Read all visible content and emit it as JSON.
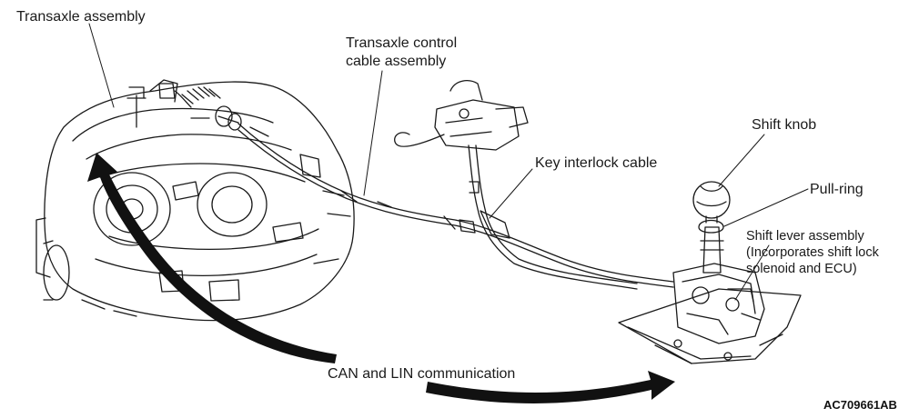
{
  "labels": {
    "transaxle_assembly": "Transaxle assembly",
    "transaxle_control_cable_line1": "Transaxle control",
    "transaxle_control_cable_line2": "cable assembly",
    "key_interlock_cable": "Key interlock cable",
    "shift_knob": "Shift knob",
    "pull_ring": "Pull-ring",
    "shift_lever_assembly_line1": "Shift lever assembly",
    "shift_lever_assembly_line2": "(Incorporates shift lock",
    "shift_lever_assembly_line3": "solenoid and ECU)",
    "can_lin_communication": "CAN and LIN communication"
  },
  "figure_code": "AC709661AB",
  "colors": {
    "line": "#1a1a1a",
    "arrow": "#111111",
    "background": "#ffffff"
  }
}
